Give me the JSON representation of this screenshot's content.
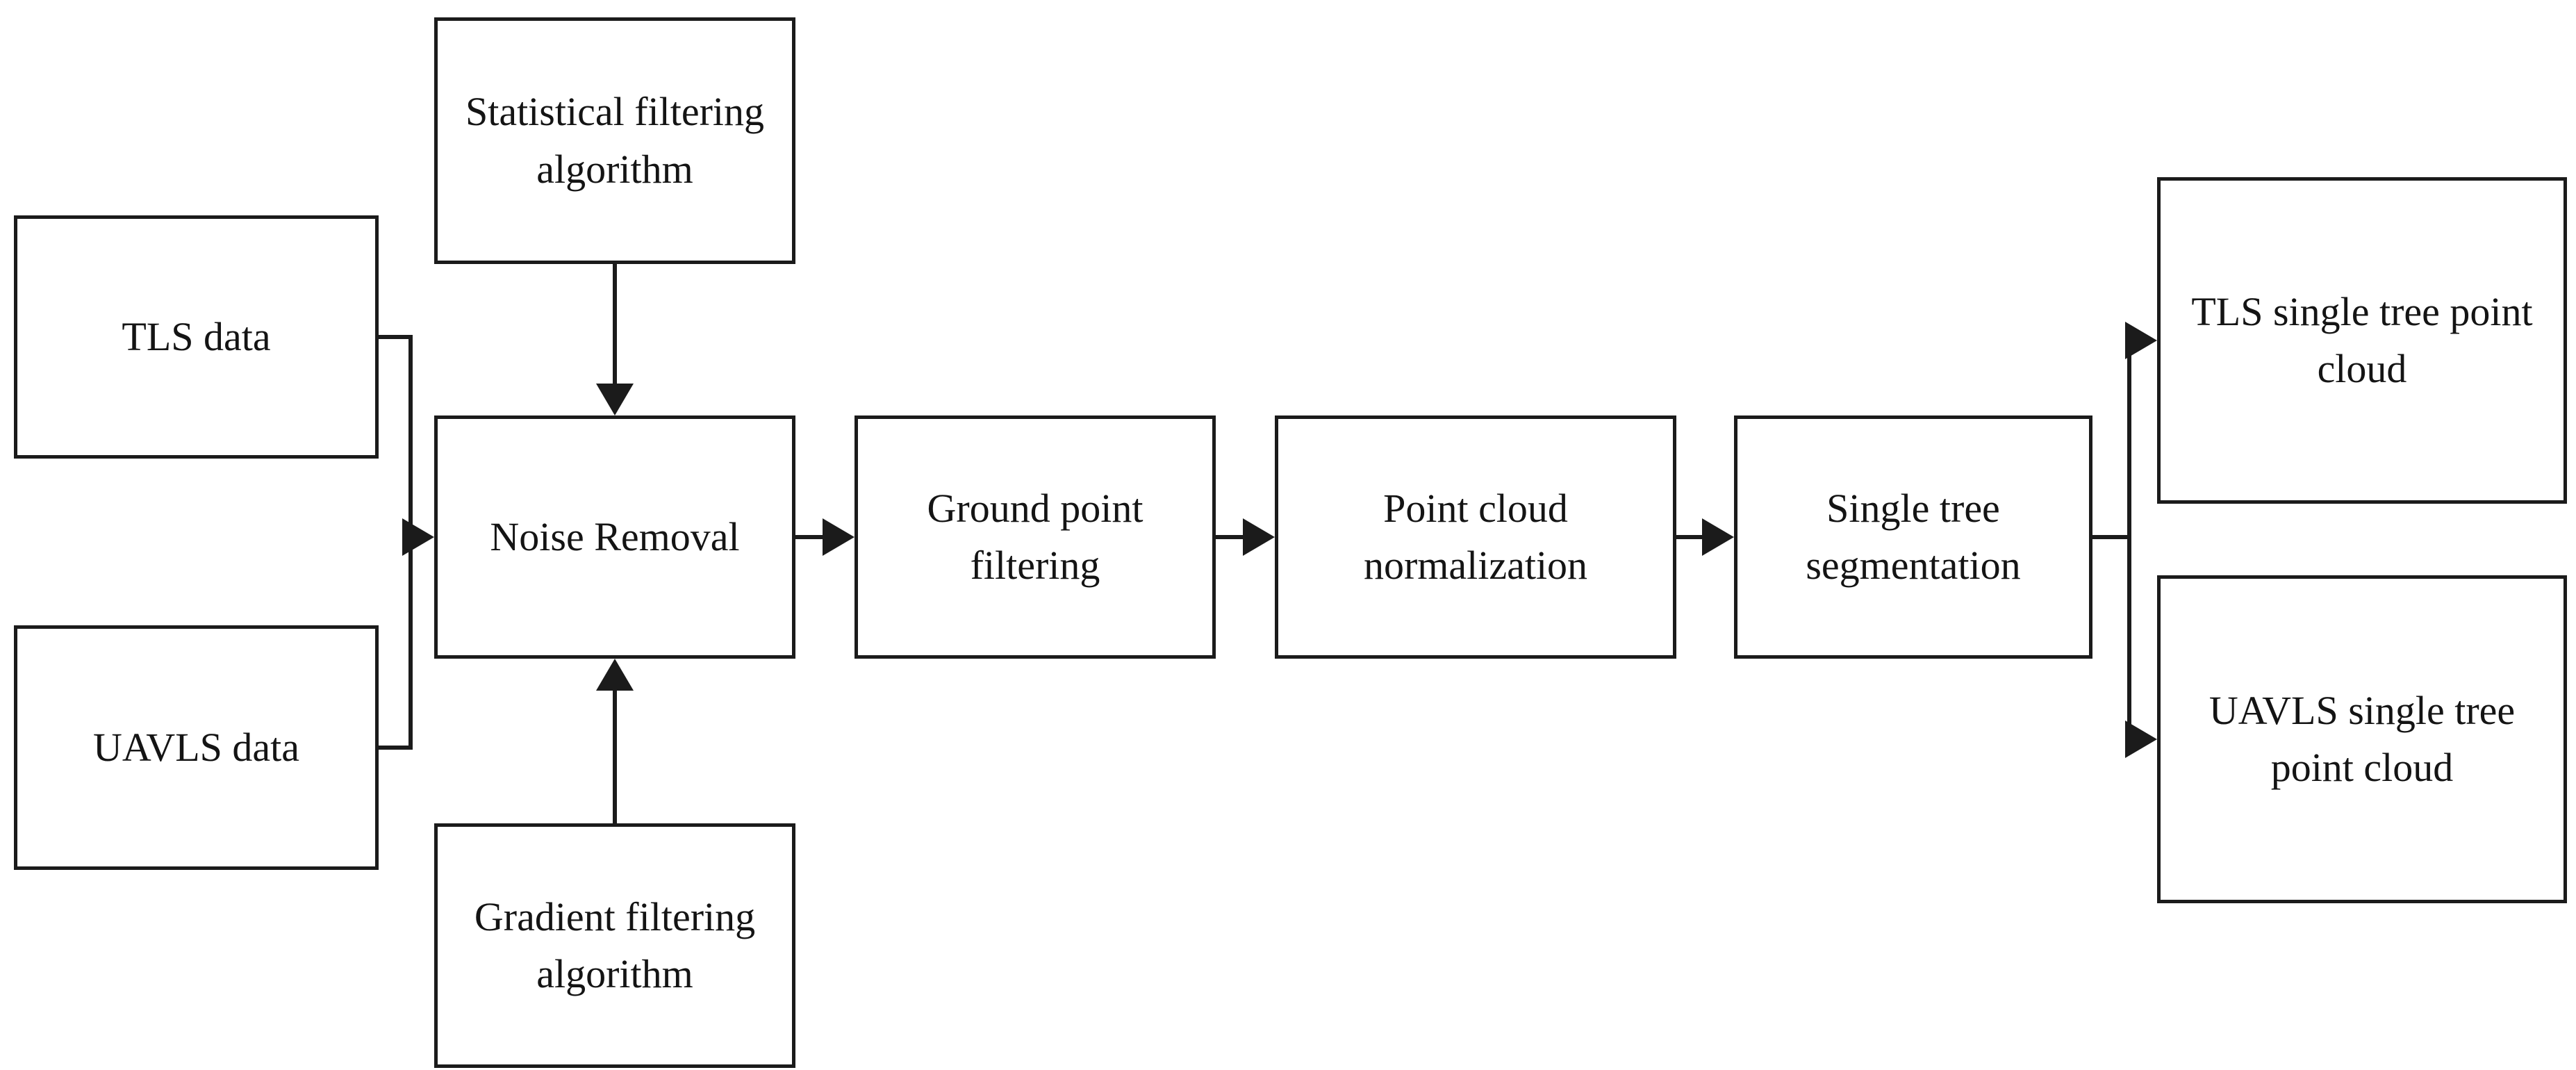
{
  "diagram": {
    "type": "flowchart",
    "colors": {
      "background": "#ffffff",
      "line": "#1b1b1b",
      "text": "#141414"
    },
    "nodes": [
      {
        "id": "tls-data",
        "label": "TLS data"
      },
      {
        "id": "uavls-data",
        "label": "UAVLS data"
      },
      {
        "id": "statistical-filtering",
        "label": "Statistical filtering\nalgorithm"
      },
      {
        "id": "noise-removal",
        "label": "Noise Removal"
      },
      {
        "id": "gradient-filtering",
        "label": "Gradient filtering\nalgorithm"
      },
      {
        "id": "ground-point-filtering",
        "label": "Ground point\nfiltering"
      },
      {
        "id": "point-cloud-normalization",
        "label": "Point cloud\nnormalization"
      },
      {
        "id": "single-tree-segmentation",
        "label": "Single tree\nsegmentation"
      },
      {
        "id": "tls-single-tree",
        "label": "TLS single tree point\ncloud"
      },
      {
        "id": "uavls-single-tree",
        "label": "UAVLS single tree\npoint cloud"
      }
    ],
    "edges": [
      {
        "from": "tls-data",
        "to": "noise-removal"
      },
      {
        "from": "uavls-data",
        "to": "noise-removal"
      },
      {
        "from": "statistical-filtering",
        "to": "noise-removal"
      },
      {
        "from": "gradient-filtering",
        "to": "noise-removal"
      },
      {
        "from": "noise-removal",
        "to": "ground-point-filtering"
      },
      {
        "from": "ground-point-filtering",
        "to": "point-cloud-normalization"
      },
      {
        "from": "point-cloud-normalization",
        "to": "single-tree-segmentation"
      },
      {
        "from": "single-tree-segmentation",
        "to": "tls-single-tree"
      },
      {
        "from": "single-tree-segmentation",
        "to": "uavls-single-tree"
      }
    ]
  }
}
